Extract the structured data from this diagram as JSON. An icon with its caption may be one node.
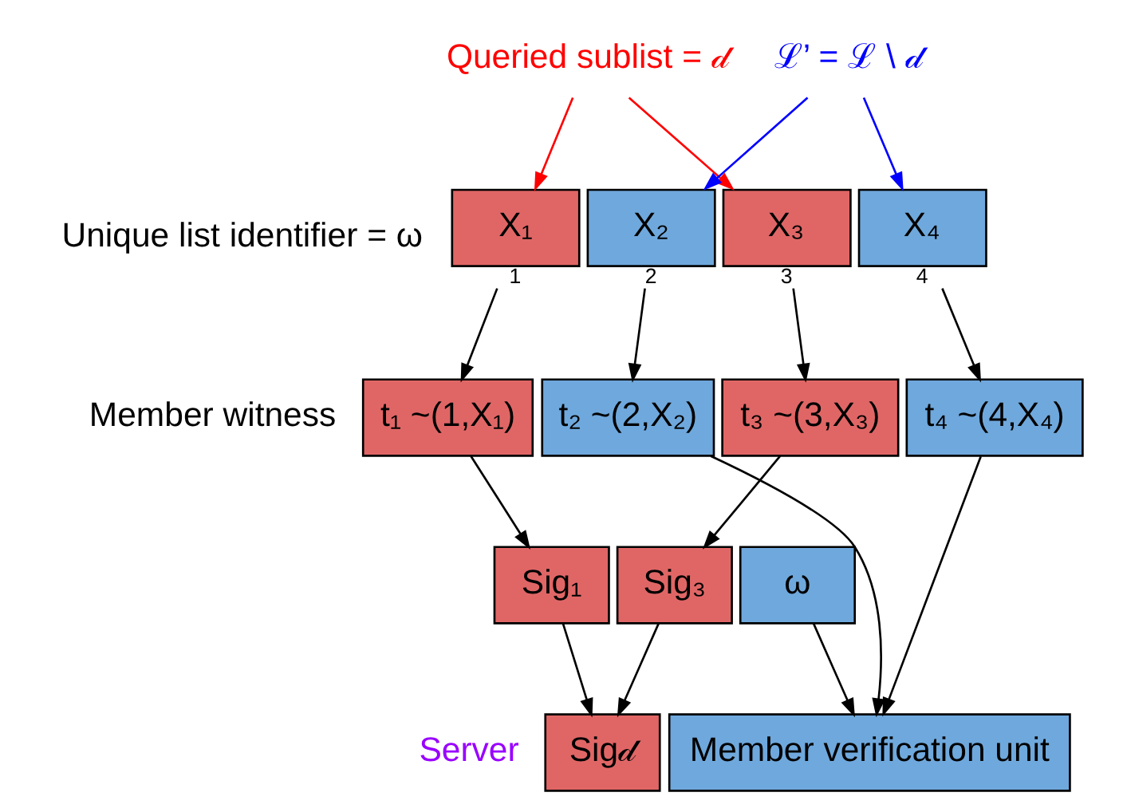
{
  "diagram": {
    "nodes": [
      {
        "text": [
          "Queried sublist = 𝒹"
        ]
      },
      {
        "text": [
          "ℒ’ = ℒ \\ 𝒹"
        ]
      },
      {
        "text": [
          "X₁"
        ],
        "beside": [
          "1"
        ]
      },
      {
        "text": [
          "X₂"
        ],
        "beside": [
          "2"
        ]
      },
      {
        "text": [
          "X₃"
        ],
        "beside": [
          "3"
        ]
      },
      {
        "text": [
          "X₄"
        ],
        "beside": [
          "4"
        ]
      },
      {
        "text": [
          "t₁ ~(1,X₁)"
        ]
      },
      {
        "text": [
          "t₂ ~(2,X₂)"
        ]
      },
      {
        "text": [
          "t₃ ~(3,X₃)"
        ]
      },
      {
        "text": [
          "t₄ ~(4,X₄)"
        ]
      },
      {
        "text": [
          "Sig₁"
        ]
      },
      {
        "text": [
          "Sig₃"
        ]
      },
      {
        "text": [
          "ω"
        ]
      },
      {
        "text": [
          "Sig𝒹"
        ]
      },
      {
        "text": [
          "Member verification unit"
        ]
      }
    ],
    "edges": [
      {
        "from": 0,
        "to": 2,
        "arrow": "to",
        "color": "#ff0000"
      },
      {
        "from": 0,
        "to": 4,
        "arrow": "to",
        "color": "#ff0000"
      },
      {
        "from": 1,
        "to": 3,
        "arrow": "to",
        "color": "#0000ff"
      },
      {
        "from": 1,
        "to": 5,
        "arrow": "to",
        "color": "#0000ff"
      },
      {
        "from": 2,
        "to": 6,
        "arrow": "to"
      },
      {
        "from": 3,
        "to": 7,
        "arrow": "to"
      },
      {
        "from": 4,
        "to": 8,
        "arrow": "to"
      },
      {
        "from": 5,
        "to": 9,
        "arrow": "to"
      },
      {
        "from": 6,
        "to": 10,
        "arrow": "to"
      },
      {
        "from": 8,
        "to": 11,
        "arrow": "to"
      },
      {
        "from": 7,
        "to": 14,
        "arrow": "to"
      },
      {
        "from": 9,
        "to": 14,
        "arrow": "to"
      },
      {
        "from": 12,
        "to": 14,
        "arrow": "to"
      },
      {
        "from": 10,
        "to": 13,
        "arrow": "to"
      },
      {
        "from": 11,
        "to": 13,
        "arrow": "to"
      }
    ],
    "labels": [
      "Unique list identifier = ω",
      "Member witness",
      "Server"
    ]
  }
}
